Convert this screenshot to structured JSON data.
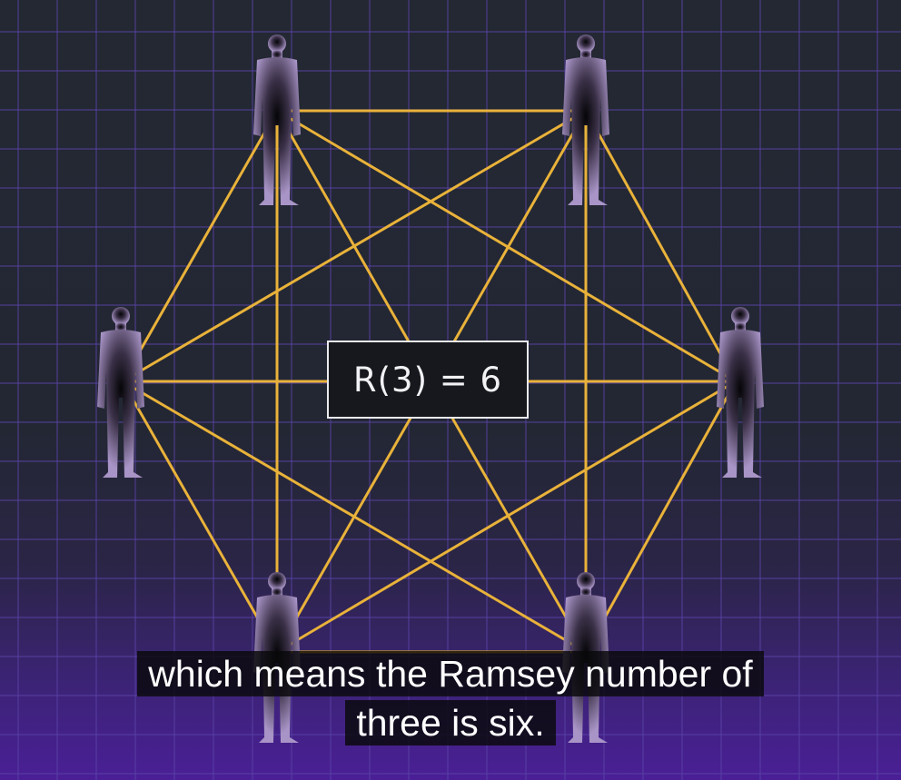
{
  "scene": {
    "label": "R(3) = 6",
    "person_count": 6,
    "colors": {
      "edge": "#e9b23a",
      "person": "#a894c6",
      "person_core": "#050507",
      "grid": "#5a43a6"
    }
  },
  "subtitle": {
    "line1": "which means the Ramsey number of",
    "line2": "three is six."
  }
}
